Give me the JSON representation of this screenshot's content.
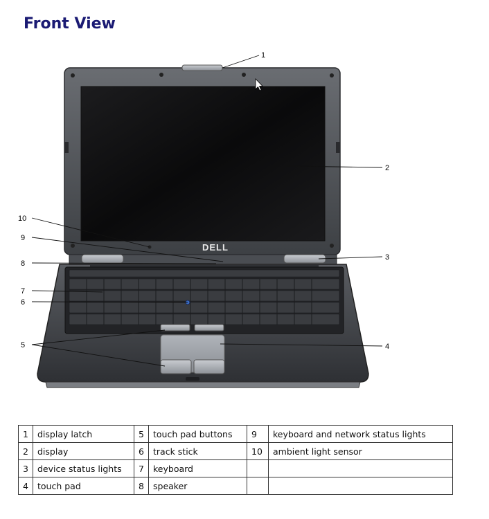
{
  "heading": "Front View",
  "figure": {
    "brand_logo": "DELL",
    "callouts": [
      "1",
      "2",
      "3",
      "4",
      "5",
      "6",
      "7",
      "8",
      "9",
      "10"
    ]
  },
  "legend_rows": [
    [
      {
        "n": "1",
        "label": "display latch"
      },
      {
        "n": "5",
        "label": "touch pad buttons"
      },
      {
        "n": "9",
        "label": "keyboard and network status lights"
      }
    ],
    [
      {
        "n": "2",
        "label": "display"
      },
      {
        "n": "6",
        "label": "track stick"
      },
      {
        "n": "10",
        "label": "ambient light sensor"
      }
    ],
    [
      {
        "n": "3",
        "label": "device status lights"
      },
      {
        "n": "7",
        "label": "keyboard"
      },
      {
        "n": "",
        "label": ""
      }
    ],
    [
      {
        "n": "4",
        "label": "touch pad"
      },
      {
        "n": "8",
        "label": "speaker"
      },
      {
        "n": "",
        "label": ""
      }
    ]
  ]
}
